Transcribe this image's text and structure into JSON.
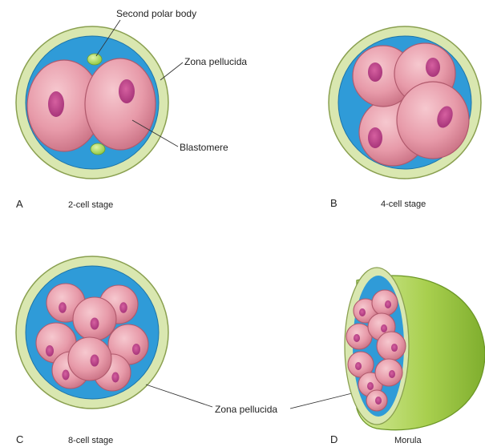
{
  "figure": {
    "callouts": {
      "second_polar_body": "Second polar body",
      "zona_pellucida_top": "Zona pellucida",
      "blastomere": "Blastomere",
      "zona_pellucida_bottom": "Zona pellucida"
    },
    "panels": [
      {
        "letter": "A",
        "stage": "2-cell stage"
      },
      {
        "letter": "B",
        "stage": "4-cell stage"
      },
      {
        "letter": "C",
        "stage": "8-cell stage"
      },
      {
        "letter": "D",
        "stage": "Morula"
      }
    ],
    "colors": {
      "zona": "#d9e7b0",
      "zona_edge": "#8aa050",
      "fluid": "#2f9bd8",
      "cell": "#e59aa8",
      "cell_edge": "#b0596c",
      "nucleus": "#c2448a",
      "polar_body": "#a9d85a",
      "morula_shell": "#a8cf4e"
    }
  }
}
